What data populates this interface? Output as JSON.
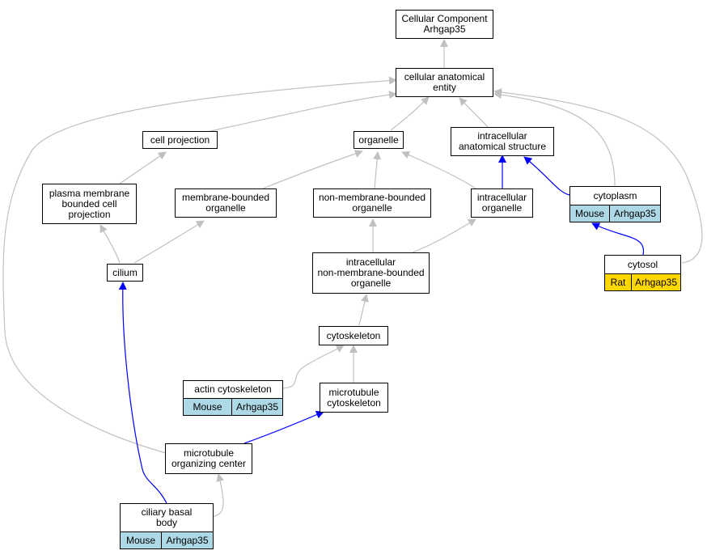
{
  "colors": {
    "mouse": "#add8e6",
    "rat": "#ffd700",
    "edge_gray": "#c0c0c0",
    "edge_blue": "#0000ff"
  },
  "nodes": {
    "root": "Cellular Component\nArhgap35",
    "cae": "cellular anatomical\nentity",
    "cell_projection": "cell projection",
    "organelle": "organelle",
    "ias": "intracellular\nanatomical structure",
    "pmbcp": "plasma membrane\nbounded cell\nprojection",
    "mbo": "membrane-bounded\norganelle",
    "nmbo": "non-membrane-bounded\norganelle",
    "io": "intracellular\norganelle",
    "cytoplasm": "cytoplasm",
    "cilium": "cilium",
    "inmbo": "intracellular\nnon-membrane-bounded\norganelle",
    "cytosol": "cytosol",
    "cytoskeleton": "cytoskeleton",
    "actin": "actin cytoskeleton",
    "mtcyto": "microtubule\ncytoskeleton",
    "mtoc": "microtubule\norganizing center",
    "cbb": "ciliary basal\nbody"
  },
  "annotations": {
    "cytoplasm": [
      "Mouse",
      "Arhgap35"
    ],
    "cytosol": [
      "Rat",
      "Arhgap35"
    ],
    "actin": [
      "Mouse",
      "Arhgap35"
    ],
    "cbb": [
      "Mouse",
      "Arhgap35"
    ]
  }
}
